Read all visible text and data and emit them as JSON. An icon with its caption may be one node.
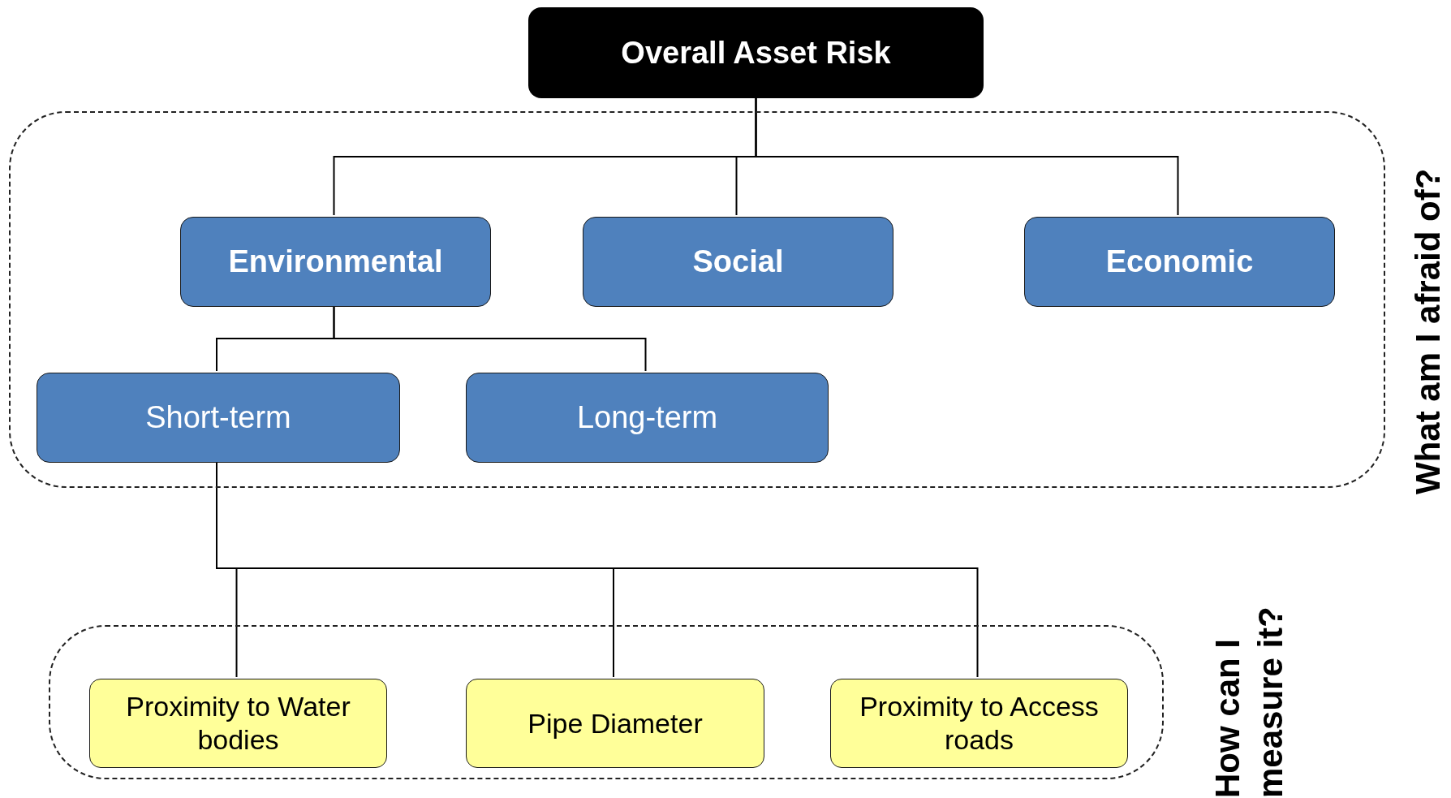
{
  "diagram": {
    "nodes": [
      {
        "text": [
          "Overall Asset Risk"
        ]
      },
      {
        "text": [
          "What am I afraid of?"
        ]
      },
      {
        "text": [
          "Environmental"
        ],
        "in": 1
      },
      {
        "text": [
          "Social"
        ],
        "in": 1
      },
      {
        "text": [
          "Economic"
        ],
        "in": 1
      },
      {
        "text": [
          "Short-term"
        ],
        "in": 1
      },
      {
        "text": [
          "Long-term"
        ],
        "in": 1
      },
      {
        "text": [
          "How can I measure it?"
        ]
      },
      {
        "text": [
          "Proximity to Water bodies"
        ],
        "in": 7
      },
      {
        "text": [
          "Pipe Diameter"
        ],
        "in": 7
      },
      {
        "text": [
          "Proximity to Access roads"
        ],
        "in": 7
      }
    ],
    "edges": [
      {
        "from": 0,
        "to": 2,
        "arrow": "none"
      },
      {
        "from": 0,
        "to": 3,
        "arrow": "none"
      },
      {
        "from": 0,
        "to": 4,
        "arrow": "none"
      },
      {
        "from": 2,
        "to": 5,
        "arrow": "none"
      },
      {
        "from": 2,
        "to": 6,
        "arrow": "none"
      },
      {
        "from": 5,
        "to": 8,
        "arrow": "none"
      },
      {
        "from": 5,
        "to": 9,
        "arrow": "none"
      },
      {
        "from": 5,
        "to": 10,
        "arrow": "none"
      }
    ]
  }
}
